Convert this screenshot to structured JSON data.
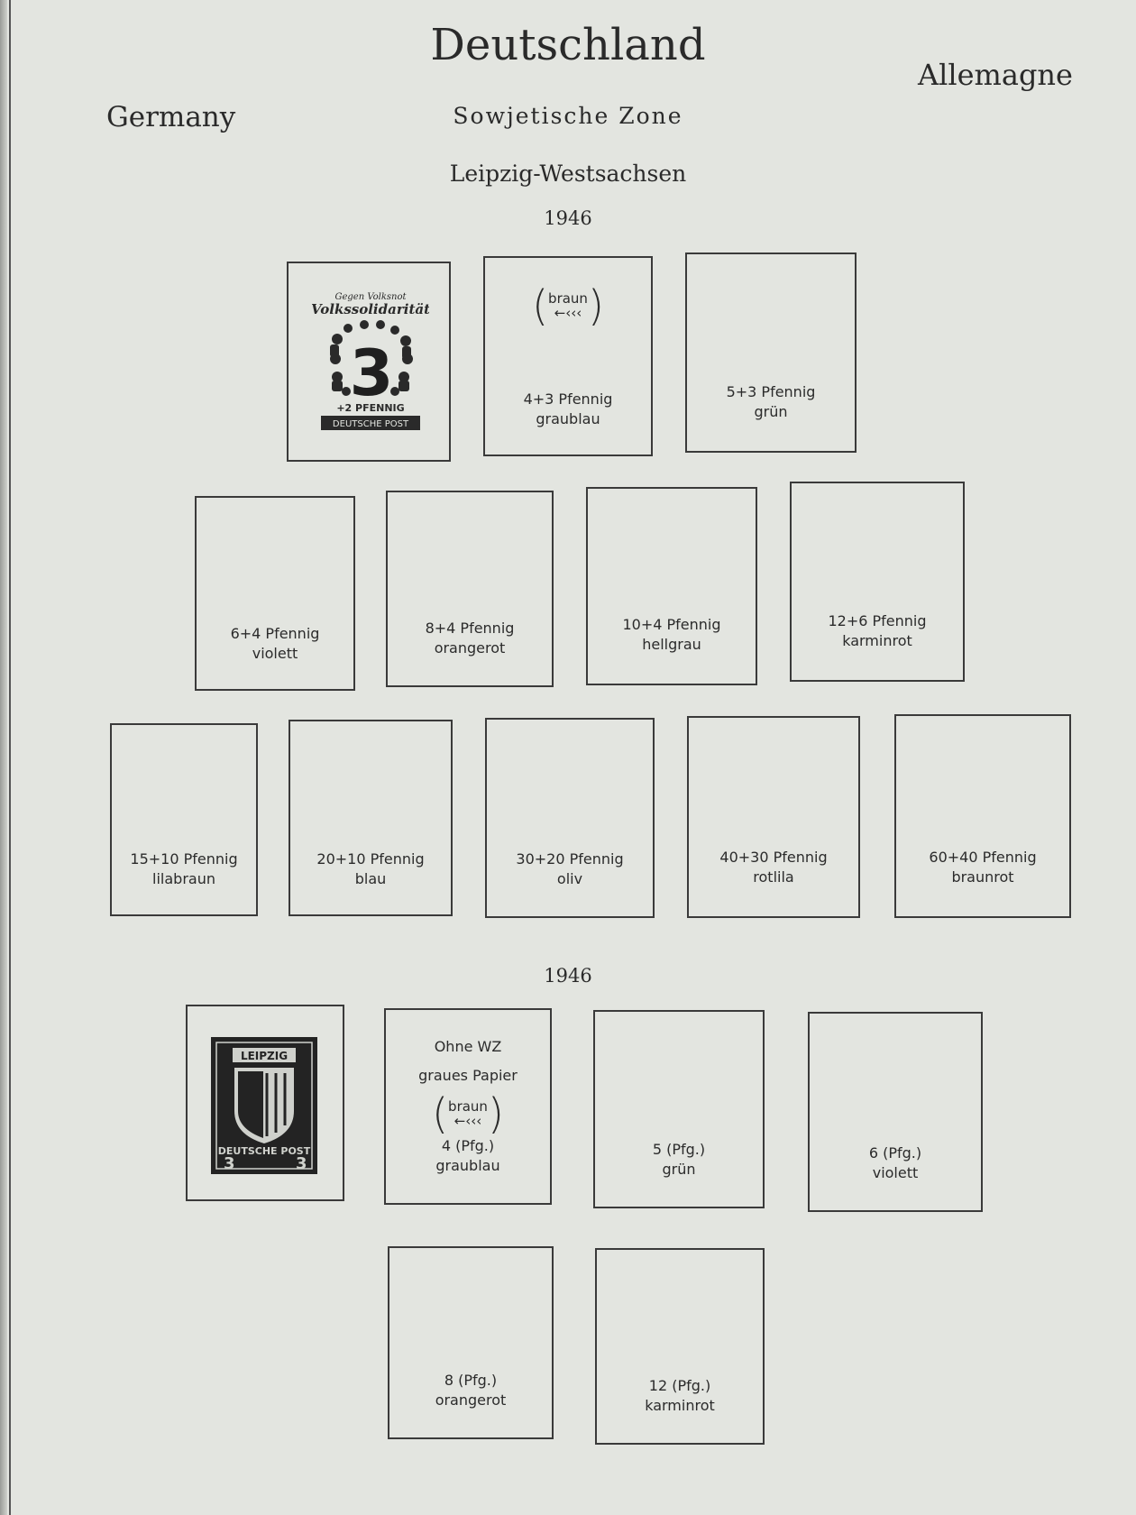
{
  "header": {
    "title": "Deutschland",
    "english": "Germany",
    "french": "Allemagne",
    "zone": "Sowjetische Zone",
    "subtitle": "Leipzig-Westsachsen"
  },
  "section1": {
    "year": "1946",
    "stamp_image": {
      "top_text_1": "Gegen Volksnot",
      "top_text_2": "Volkssolidarität",
      "numeral": "3",
      "surcharge": "+2 PFENNIG",
      "bottom_text": "DEUTSCHE POST"
    },
    "watermark_marker": "braun",
    "boxes": [
      {
        "value": "4+3 Pfennig",
        "color": "graublau"
      },
      {
        "value": "5+3 Pfennig",
        "color": "grün"
      },
      {
        "value": "6+4 Pfennig",
        "color": "violett"
      },
      {
        "value": "8+4 Pfennig",
        "color": "orangerot"
      },
      {
        "value": "10+4 Pfennig",
        "color": "hellgrau"
      },
      {
        "value": "12+6 Pfennig",
        "color": "karminrot"
      },
      {
        "value": "15+10 Pfennig",
        "color": "lilabraun"
      },
      {
        "value": "20+10 Pfennig",
        "color": "blau"
      },
      {
        "value": "30+20 Pfennig",
        "color": "oliv"
      },
      {
        "value": "40+30 Pfennig",
        "color": "rotlila"
      },
      {
        "value": "60+40 Pfennig",
        "color": "braunrot"
      }
    ]
  },
  "section2": {
    "year": "1946",
    "stamp_image": {
      "city": "LEIPZIG",
      "bottom_text": "DEUTSCHE POST",
      "numeral": "3"
    },
    "note_1": "Ohne WZ",
    "note_2": "graues Papier",
    "watermark_marker": "braun",
    "boxes": [
      {
        "value": "4 (Pfg.)",
        "color": "graublau"
      },
      {
        "value": "5 (Pfg.)",
        "color": "grün"
      },
      {
        "value": "6 (Pfg.)",
        "color": "violett"
      },
      {
        "value": "8 (Pfg.)",
        "color": "orangerot"
      },
      {
        "value": "12 (Pfg.)",
        "color": "karminrot"
      }
    ]
  },
  "colors": {
    "paper": "#e3e5e0",
    "ink": "#2a2a2a"
  }
}
